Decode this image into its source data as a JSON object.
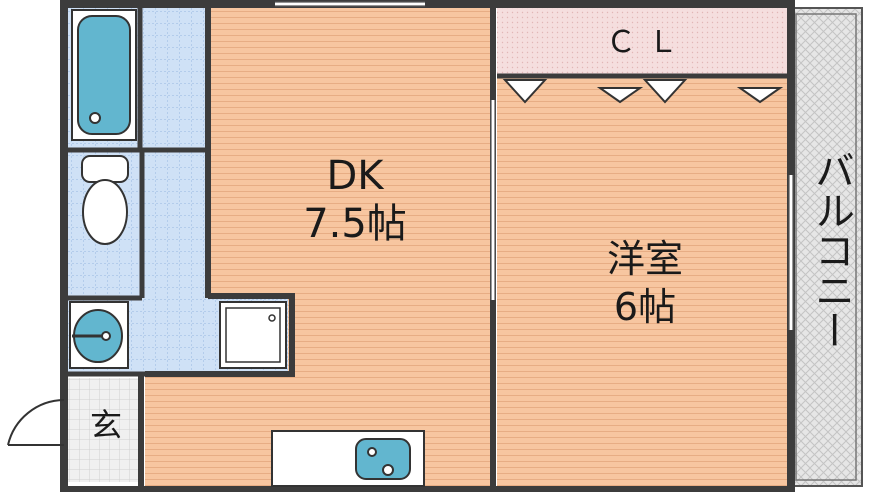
{
  "rooms": {
    "dk": {
      "name": "DK",
      "size": "7.5帖"
    },
    "western": {
      "name": "洋室",
      "size": "6帖"
    },
    "closet": {
      "name": "ＣＬ"
    },
    "entrance": {
      "name": "玄"
    },
    "balcony": {
      "name": "バルコニー"
    }
  },
  "colors": {
    "floor": "#f7c6a0",
    "wet_area": "#cfe1f6",
    "closet": "#f5dede",
    "balcony": "#e4e4e4",
    "fixture": "#62b6cf",
    "wall": "#404040"
  },
  "fixtures": [
    "bathtub-icon",
    "toilet-icon",
    "washbasin-icon",
    "washing-machine-icon",
    "sink-icon",
    "door-swing-icon"
  ]
}
